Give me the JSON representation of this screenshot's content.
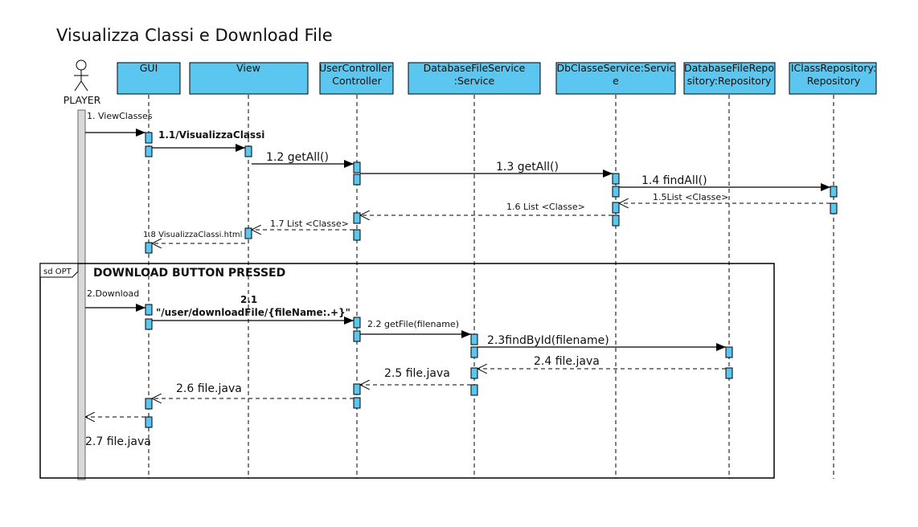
{
  "title": "Visualizza Classi e Download File",
  "actor": {
    "label": "PLAYER"
  },
  "participants": [
    {
      "id": "gui",
      "line1": "GUI",
      "line2": ""
    },
    {
      "id": "view",
      "line1": "View",
      "line2": ""
    },
    {
      "id": "usercontroller",
      "line1": "UserController:",
      "line2": "Controller"
    },
    {
      "id": "dbfileservice",
      "line1": "DatabaseFileService",
      "line2": ":Service"
    },
    {
      "id": "dbclasseservice",
      "line1": "DbClasseService:Servic",
      "line2": "e"
    },
    {
      "id": "dbfilerepo",
      "line1": "DatabaseFileRepo",
      "line2": "sitory:Repository"
    },
    {
      "id": "classrepo",
      "line1": "IClassRepository:",
      "line2": "Repository"
    }
  ],
  "messages": [
    {
      "id": "m1",
      "label": "1. ViewClasses"
    },
    {
      "id": "m1_1",
      "label": "1.1/VisualizzaClassi"
    },
    {
      "id": "m1_2",
      "label": "1.2 getAll()"
    },
    {
      "id": "m1_3",
      "label": "1.3 getAll()"
    },
    {
      "id": "m1_4",
      "label": "1.4 findAll()"
    },
    {
      "id": "m1_5",
      "label": "1.5List <Classe>"
    },
    {
      "id": "m1_6",
      "label": "1.6 List <Classe>"
    },
    {
      "id": "m1_7",
      "label": "1.7 List <Classe>"
    },
    {
      "id": "m1_8",
      "label": "1.8 VisualizzaClassi.html"
    },
    {
      "id": "m2",
      "label": "2.Download"
    },
    {
      "id": "m2_1",
      "label": "2.1"
    },
    {
      "id": "m2_1b",
      "label": "\"/user/downloadFile/{fileName:.+}\""
    },
    {
      "id": "m2_2",
      "label": "2.2 getFile(filename)"
    },
    {
      "id": "m2_3",
      "label": "2.3findById(filename)"
    },
    {
      "id": "m2_4",
      "label": "2.4 file.java"
    },
    {
      "id": "m2_5",
      "label": "2.5 file.java"
    },
    {
      "id": "m2_6",
      "label": "2.6 file.java"
    },
    {
      "id": "m2_7",
      "label": "2.7 file.java"
    }
  ],
  "fragment": {
    "keyword": "sd OPT",
    "guard": "DOWNLOAD BUTTON PRESSED"
  },
  "colors": {
    "participant_fill": "#5bc7f0",
    "activation_fill": "#5bc7f0",
    "border": "#000000",
    "actor_bar": "#d9d9d9"
  }
}
